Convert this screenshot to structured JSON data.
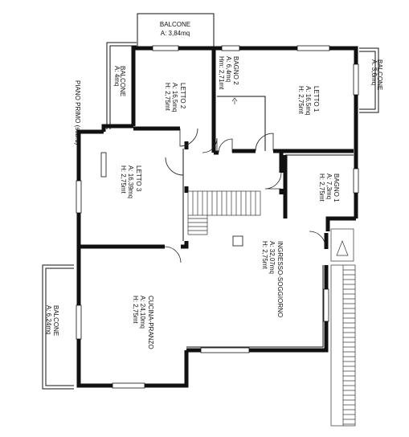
{
  "plan_title": "PIANO PRIMO (sub.1)",
  "rooms": {
    "balcone_top": {
      "name": "BALCONE",
      "l1": "A: 3,84mq"
    },
    "balcone_left": {
      "name": "BALCONE",
      "l1": "A: 4mq"
    },
    "balcone_right": {
      "name": "BALCONE",
      "l1": "A: 3,6mq"
    },
    "balcone_bottom": {
      "name": "BALCONE",
      "l1": "A: 6,24mq"
    },
    "letto2": {
      "name": "LETTO 2",
      "l1": "A: 16,5mq",
      "l2": "H: 2,75mt"
    },
    "bagno2": {
      "name": "BAGNO 2",
      "l1": "A: 6,4mq",
      "l2": "Hm: 2,71mt"
    },
    "letto1": {
      "name": "LETTO 1",
      "l1": "A: 16,5mq",
      "l2": "H: 2,75mt"
    },
    "bagno1": {
      "name": "BAGNO 1",
      "l1": "A: 7,3mq",
      "l2": "H: 2,75mt"
    },
    "letto3": {
      "name": "LETTO 3",
      "l1": "A: 16,39mq",
      "l2": "H: 2,75mt"
    },
    "ingresso": {
      "name": "INGRESSO-SOGGIORNO",
      "l1": "A: 32,07mq",
      "l2": "H: 2,75mt"
    },
    "cucina": {
      "name": "CUCINA-PRANZO",
      "l1": "A: 24,10mq",
      "l2": "H: 2,75mt"
    }
  },
  "colors": {
    "line": "#111111",
    "background": "#ffffff"
  }
}
